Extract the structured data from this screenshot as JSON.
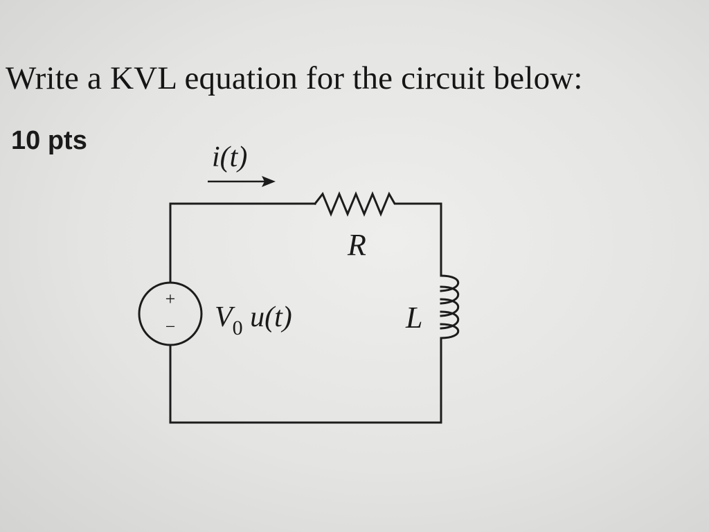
{
  "question": "Write a KVL equation for the circuit below:",
  "points": "10 pts",
  "circuit": {
    "current_label": "i(t)",
    "resistor_label": "R",
    "inductor_label": "L",
    "source_label_main": "V",
    "source_label_sub": "0",
    "source_label_rest": " u(t)",
    "plus_sign": "+",
    "minus_sign": "−"
  }
}
